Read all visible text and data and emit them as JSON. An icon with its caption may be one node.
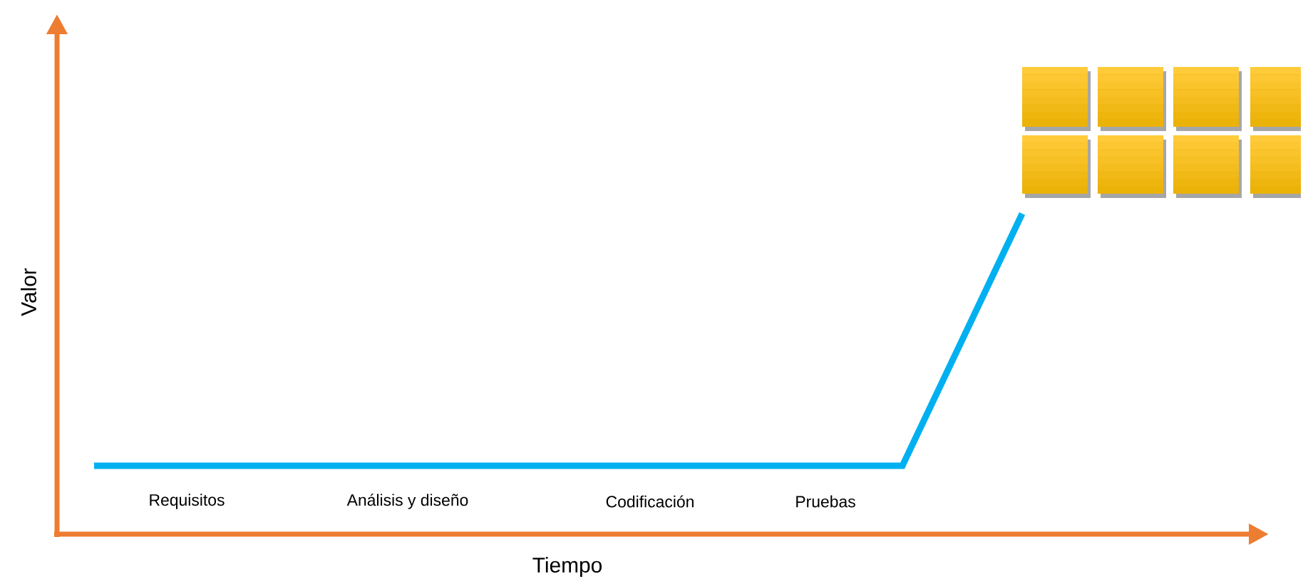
{
  "diagram": {
    "labels": [
      "Valor",
      "Requisitos",
      "Análisis y diseño",
      "Codificación",
      "Pruebas",
      "Tiempo"
    ]
  }
}
